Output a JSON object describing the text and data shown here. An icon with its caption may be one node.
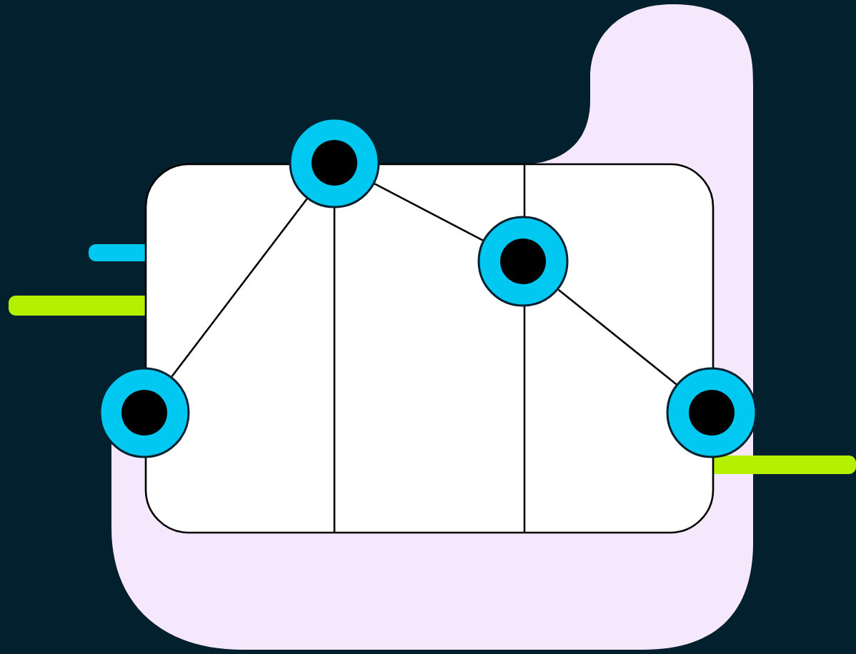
{
  "diagram": {
    "nodes": [
      {
        "text": [],
        "shape": "circle"
      },
      {
        "text": [],
        "shape": "circle"
      },
      {
        "text": [],
        "shape": "circle"
      },
      {
        "text": [],
        "shape": "circle"
      }
    ],
    "edges": [
      {
        "from": 0,
        "to": 1,
        "arrow": "none"
      },
      {
        "from": 1,
        "to": 2,
        "arrow": "none"
      },
      {
        "from": 2,
        "to": 3,
        "arrow": "none"
      }
    ]
  }
}
